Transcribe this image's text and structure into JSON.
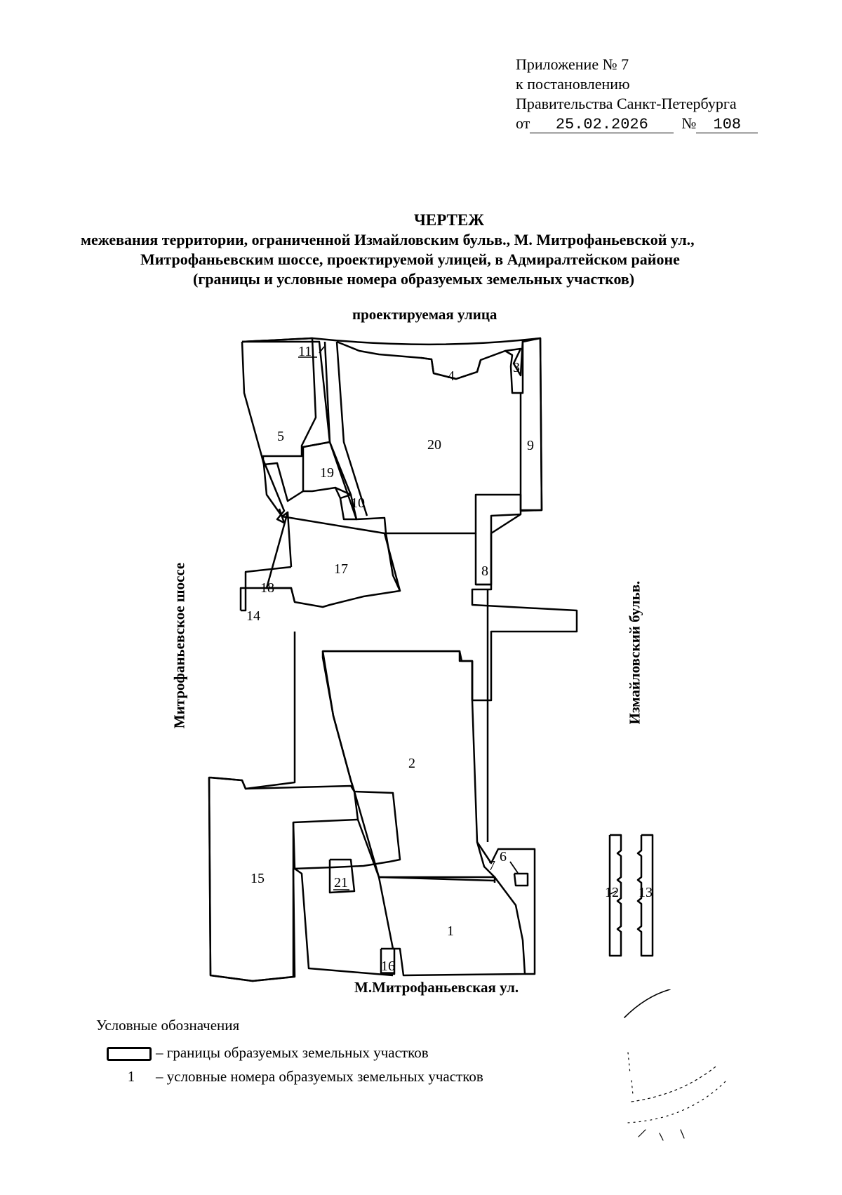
{
  "appendix": {
    "line1": "Приложение № 7",
    "line2": "к постановлению",
    "line3": "Правительства Санкт-Петербурга",
    "date_prefix": "от",
    "date": "25.02.2026",
    "number_prefix": "№",
    "number": "108"
  },
  "title": {
    "main": "ЧЕРТЕЖ",
    "line1": "межевания территории, ограниченной Измайловским бульв., М. Митрофаньевской ул.,",
    "line2": "Митрофаньевским шоссе, проектируемой улицей, в Адмиралтейском районе",
    "line3": "(границы и условные номера образуемых земельных участков)"
  },
  "streets": {
    "top": "проектируемая улица",
    "bottom": "М.Митрофаньевская ул.",
    "left": "Митрофаньевское шоссе",
    "right": "Измайловский бульв."
  },
  "parcels": [
    "1",
    "2",
    "3",
    "4",
    "5",
    "6",
    "7",
    "8",
    "9",
    "10",
    "11",
    "12",
    "13",
    "14",
    "15",
    "16",
    "17",
    "18",
    "19",
    "20",
    "21"
  ],
  "legend": {
    "title": "Условные обозначения",
    "boundary_text": "– границы образуемых земельных участков",
    "number_sample": "1",
    "number_text": "– условные номера образуемых земельных участков"
  },
  "colors": {
    "ink": "#000000",
    "paper": "#ffffff"
  }
}
